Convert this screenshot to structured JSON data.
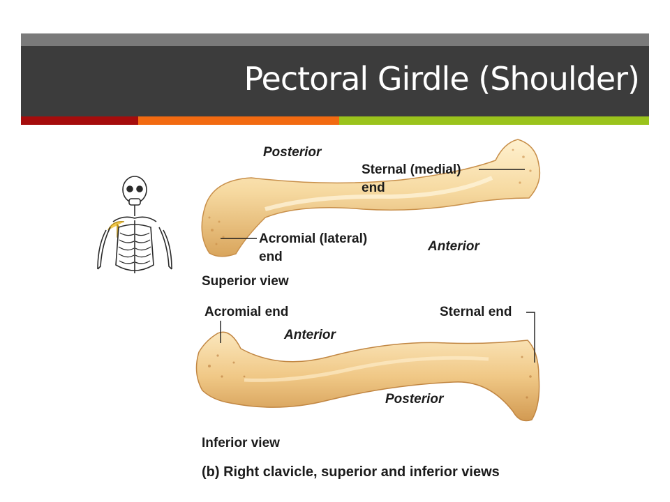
{
  "slide": {
    "title": "Pectoral Girdle (Shoulder)",
    "colors": {
      "title_bar": "#3c3c3c",
      "title_bar_top": "#7a7a7a",
      "accent_red": "#a50c0c",
      "accent_orange": "#f26a11",
      "accent_green": "#9ac31c",
      "bone": "#f1cc8a"
    }
  },
  "diagram": {
    "superior": {
      "label_posterior": "Posterior",
      "label_sternal_1": "Sternal (medial)",
      "label_sternal_2": "end",
      "label_acromial_1": "Acromial (lateral)",
      "label_acromial_2": "end",
      "label_anterior": "Anterior",
      "view_label": "Superior view"
    },
    "inferior": {
      "label_acromial": "Acromial end",
      "label_sternal": "Sternal end",
      "label_anterior": "Anterior",
      "label_posterior": "Posterior",
      "view_label": "Inferior view"
    },
    "caption": "(b) Right clavicle, superior and inferior views"
  }
}
